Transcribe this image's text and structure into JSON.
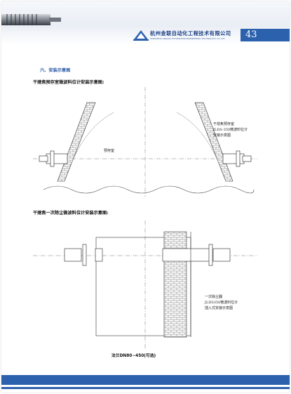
{
  "header": {
    "company_cn": "杭州金联自动化工程技术有限公司",
    "company_en": "HANGZHOU JINLIAN AUTOMATION ENGINEERING TECHNOLOGY CO.,LTD",
    "page_number": "43",
    "accent_color": "#2c62ad"
  },
  "section_title": "六、安装示意图",
  "figure1": {
    "title": "干熄焦预存室微波料位计安装示意图:",
    "inner_label": "预存室",
    "caption_lines": [
      "干熄焦预存室",
      "JLDS-350微波料位计",
      "安装示意图"
    ]
  },
  "figure2": {
    "title": "干熄焦一次除尘微波料位计安装示意图:",
    "caption_lines": [
      "一次除尘器",
      "JLDS350微波料位计",
      "插入式安装示意图"
    ],
    "flange_note": "法兰DN80~450(可选)"
  }
}
